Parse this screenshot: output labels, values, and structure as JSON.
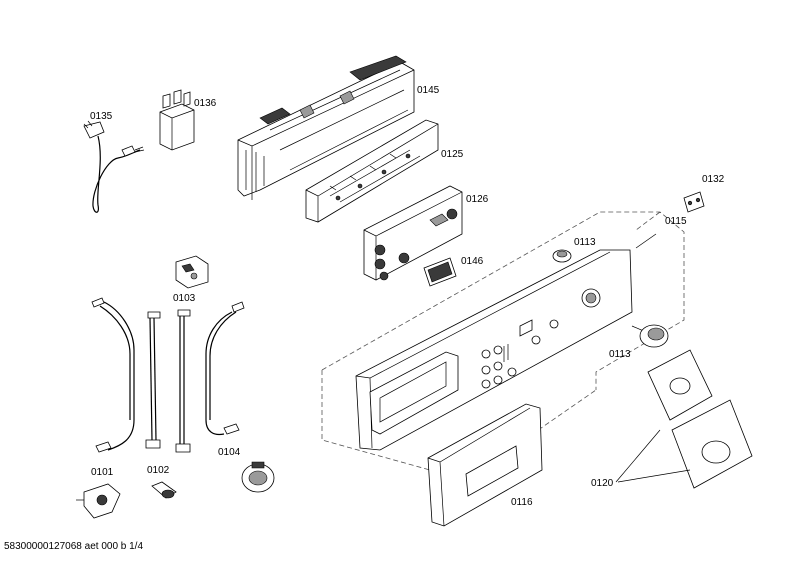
{
  "parts": [
    {
      "id": "p0135",
      "label": "0135"
    },
    {
      "id": "p0136",
      "label": "0136"
    },
    {
      "id": "p0145",
      "label": "0145"
    },
    {
      "id": "p0125",
      "label": "0125"
    },
    {
      "id": "p0126",
      "label": "0126"
    },
    {
      "id": "p0132",
      "label": "0132"
    },
    {
      "id": "p0115",
      "label": "0115"
    },
    {
      "id": "p0113a",
      "label": "0113"
    },
    {
      "id": "p0146",
      "label": "0146"
    },
    {
      "id": "p0103",
      "label": "0103"
    },
    {
      "id": "p0113b",
      "label": "0113"
    },
    {
      "id": "p0101",
      "label": "0101"
    },
    {
      "id": "p0102",
      "label": "0102"
    },
    {
      "id": "p0104",
      "label": "0104"
    },
    {
      "id": "p0116",
      "label": "0116"
    },
    {
      "id": "p0120",
      "label": "0120"
    }
  ],
  "footer": "58300000127068 aet 000 b 1/4"
}
